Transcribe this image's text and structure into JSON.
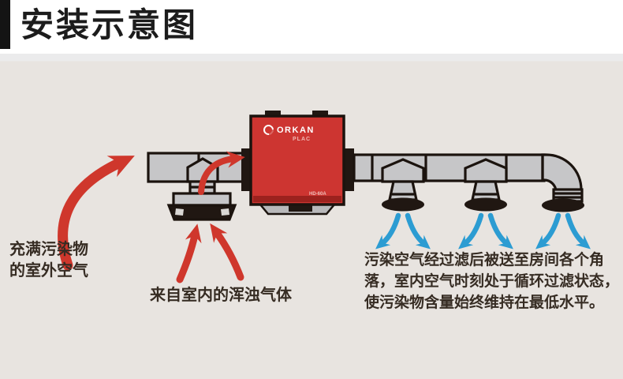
{
  "title": "安装示意图",
  "unit": {
    "brand": "ORKAN",
    "sub_label": "PLAC",
    "model_label": "HD-60A"
  },
  "labels": {
    "outdoor_air_line1": "充满污染物",
    "outdoor_air_line2": "的室外空气",
    "indoor_air": "来自室内的浑浊气体",
    "desc_line1": "污染空气经过滤后被送至房间各个角",
    "desc_line2": "落，室内空气时刻处于循环过滤状态，",
    "desc_line3": "使污染物含量始终维持在最低水平。"
  },
  "colors": {
    "accent_red": "#cd3531",
    "accent_red_dark": "#9c221e",
    "arrow_red": "#cf372c",
    "arrow_blue": "#2c9cd2",
    "panel_bg": "#e8e4e0",
    "duct_gray": "#c6c6c8",
    "outline_ink": "#1b130e",
    "text_dark": "#362c23",
    "title_black": "#1c1c1c"
  }
}
